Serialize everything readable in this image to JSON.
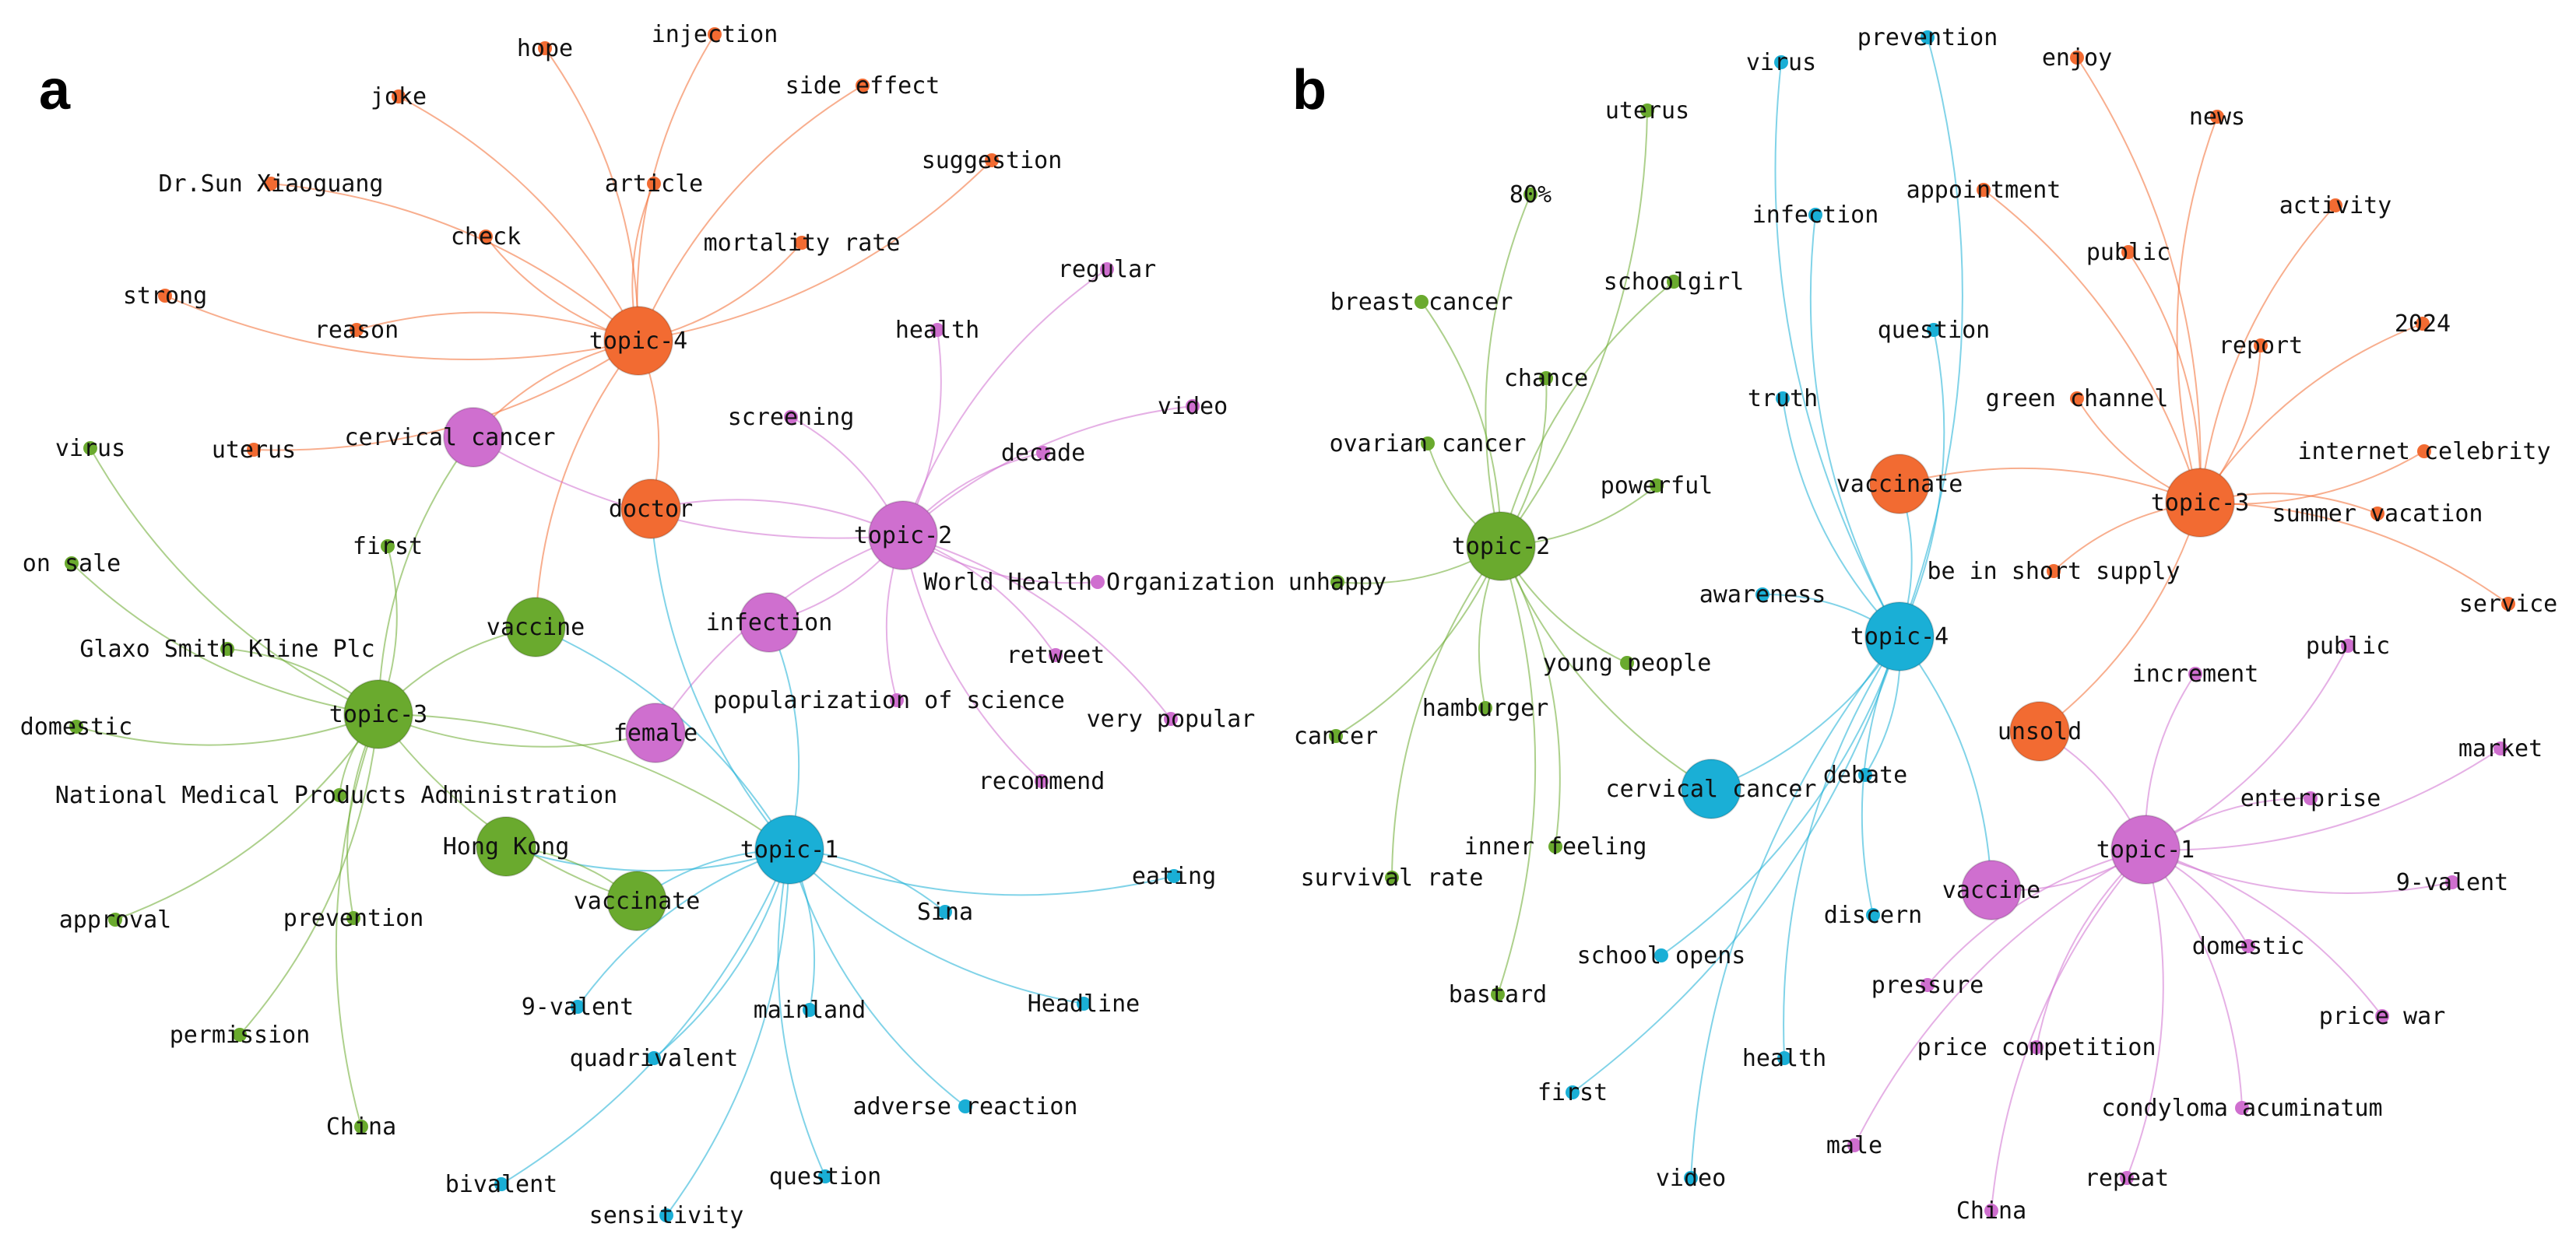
{
  "colors": {
    "topic-1": "#1aafd6",
    "topic-2": "#cf6fcf",
    "topic-3": "#6aaa2e",
    "topic-4": "#f26b32"
  },
  "panels": [
    {
      "letter": "a",
      "nodes": [
        {
          "id": "t4",
          "label": "topic-4",
          "group": "topic-4",
          "size": "hub"
        },
        {
          "id": "t2",
          "label": "topic-2",
          "group": "topic-2",
          "size": "hub"
        },
        {
          "id": "t3",
          "label": "topic-3",
          "group": "topic-3",
          "size": "hub"
        },
        {
          "id": "t1",
          "label": "topic-1",
          "group": "topic-1",
          "size": "hub"
        },
        {
          "id": "cc",
          "label": "cervical cancer",
          "group": "topic-2",
          "size": "large"
        },
        {
          "id": "doctor",
          "label": "doctor",
          "group": "topic-4",
          "size": "large"
        },
        {
          "id": "vaccine",
          "label": "vaccine",
          "group": "topic-3",
          "size": "large"
        },
        {
          "id": "infection",
          "label": "infection",
          "group": "topic-2",
          "size": "large"
        },
        {
          "id": "female",
          "label": "female",
          "group": "topic-2",
          "size": "large"
        },
        {
          "id": "hk",
          "label": "Hong Kong",
          "group": "topic-3",
          "size": "large"
        },
        {
          "id": "vaccinate",
          "label": "vaccinate",
          "group": "topic-3",
          "size": "large"
        },
        {
          "id": "hope",
          "label": "hope",
          "group": "topic-4"
        },
        {
          "id": "injection",
          "label": "injection",
          "group": "topic-4"
        },
        {
          "id": "joke",
          "label": "joke",
          "group": "topic-4"
        },
        {
          "id": "sideeffect",
          "label": "side effect",
          "group": "topic-4"
        },
        {
          "id": "drsun",
          "label": "Dr.Sun Xiaoguang",
          "group": "topic-4"
        },
        {
          "id": "article",
          "label": "article",
          "group": "topic-4"
        },
        {
          "id": "suggestion",
          "label": "suggestion",
          "group": "topic-4"
        },
        {
          "id": "check",
          "label": "check",
          "group": "topic-4"
        },
        {
          "id": "mortality",
          "label": "mortality rate",
          "group": "topic-4"
        },
        {
          "id": "strong",
          "label": "strong",
          "group": "topic-4"
        },
        {
          "id": "reason",
          "label": "reason",
          "group": "topic-4"
        },
        {
          "id": "uterusA",
          "label": "uterus",
          "group": "topic-4"
        },
        {
          "id": "regular",
          "label": "regular",
          "group": "topic-2"
        },
        {
          "id": "health",
          "label": "health",
          "group": "topic-2"
        },
        {
          "id": "video",
          "label": "video",
          "group": "topic-2"
        },
        {
          "id": "screening",
          "label": "screening",
          "group": "topic-2"
        },
        {
          "id": "decade",
          "label": "decade",
          "group": "topic-2"
        },
        {
          "id": "who",
          "label": "World Health Organization",
          "group": "topic-2"
        },
        {
          "id": "retweet",
          "label": "retweet",
          "group": "topic-2"
        },
        {
          "id": "popsci",
          "label": "popularization of science",
          "group": "topic-2"
        },
        {
          "id": "verypop",
          "label": "very popular",
          "group": "topic-2"
        },
        {
          "id": "recommend",
          "label": "recommend",
          "group": "topic-2"
        },
        {
          "id": "virusA",
          "label": "virus",
          "group": "topic-3"
        },
        {
          "id": "first",
          "label": "first",
          "group": "topic-3"
        },
        {
          "id": "onsale",
          "label": "on sale",
          "group": "topic-3"
        },
        {
          "id": "gsk",
          "label": "Glaxo Smith Kline Plc",
          "group": "topic-3"
        },
        {
          "id": "domesticA",
          "label": "domestic",
          "group": "topic-3"
        },
        {
          "id": "nmpa",
          "label": "National Medical Products Administration",
          "group": "topic-3"
        },
        {
          "id": "approval",
          "label": "approval",
          "group": "topic-3"
        },
        {
          "id": "preventionA",
          "label": "prevention",
          "group": "topic-3"
        },
        {
          "id": "permission",
          "label": "permission",
          "group": "topic-3"
        },
        {
          "id": "chinaA",
          "label": "China",
          "group": "topic-3"
        },
        {
          "id": "eating",
          "label": "eating",
          "group": "topic-1"
        },
        {
          "id": "sina",
          "label": "Sina",
          "group": "topic-1"
        },
        {
          "id": "ninevA",
          "label": "9-valent",
          "group": "topic-1"
        },
        {
          "id": "mainland",
          "label": "mainland",
          "group": "topic-1"
        },
        {
          "id": "headline",
          "label": "Headline",
          "group": "topic-1"
        },
        {
          "id": "quadri",
          "label": "quadrivalent",
          "group": "topic-1"
        },
        {
          "id": "adverse",
          "label": "adverse reaction",
          "group": "topic-1"
        },
        {
          "id": "bivalent",
          "label": "bivalent",
          "group": "topic-1"
        },
        {
          "id": "questionA",
          "label": "question",
          "group": "topic-1"
        },
        {
          "id": "sensitivity",
          "label": "sensitivity",
          "group": "topic-1"
        }
      ],
      "edges": [
        [
          "t4",
          "hope"
        ],
        [
          "t4",
          "injection"
        ],
        [
          "t4",
          "joke"
        ],
        [
          "t4",
          "sideeffect"
        ],
        [
          "t4",
          "drsun"
        ],
        [
          "t4",
          "article"
        ],
        [
          "t4",
          "suggestion"
        ],
        [
          "t4",
          "check"
        ],
        [
          "t4",
          "mortality"
        ],
        [
          "t4",
          "strong"
        ],
        [
          "t4",
          "reason"
        ],
        [
          "t4",
          "uterusA"
        ],
        [
          "t4",
          "cc"
        ],
        [
          "t4",
          "doctor"
        ],
        [
          "t4",
          "vaccine"
        ],
        [
          "t2",
          "regular"
        ],
        [
          "t2",
          "health"
        ],
        [
          "t2",
          "video"
        ],
        [
          "t2",
          "screening"
        ],
        [
          "t2",
          "decade"
        ],
        [
          "t2",
          "who"
        ],
        [
          "t2",
          "retweet"
        ],
        [
          "t2",
          "popsci"
        ],
        [
          "t2",
          "verypop"
        ],
        [
          "t2",
          "recommend"
        ],
        [
          "t2",
          "infection"
        ],
        [
          "t2",
          "female"
        ],
        [
          "t2",
          "cc"
        ],
        [
          "t2",
          "doctor"
        ],
        [
          "t3",
          "virusA"
        ],
        [
          "t3",
          "first"
        ],
        [
          "t3",
          "onsale"
        ],
        [
          "t3",
          "gsk"
        ],
        [
          "t3",
          "domesticA"
        ],
        [
          "t3",
          "nmpa"
        ],
        [
          "t3",
          "approval"
        ],
        [
          "t3",
          "preventionA"
        ],
        [
          "t3",
          "permission"
        ],
        [
          "t3",
          "chinaA"
        ],
        [
          "t3",
          "vaccine"
        ],
        [
          "t3",
          "vaccinate"
        ],
        [
          "t3",
          "cc"
        ],
        [
          "t3",
          "female"
        ],
        [
          "t3",
          "t1"
        ],
        [
          "t1",
          "eating"
        ],
        [
          "t1",
          "sina"
        ],
        [
          "t1",
          "ninevA"
        ],
        [
          "t1",
          "mainland"
        ],
        [
          "t1",
          "headline"
        ],
        [
          "t1",
          "quadri"
        ],
        [
          "t1",
          "adverse"
        ],
        [
          "t1",
          "bivalent"
        ],
        [
          "t1",
          "questionA"
        ],
        [
          "t1",
          "sensitivity"
        ],
        [
          "t1",
          "vaccinate"
        ],
        [
          "t1",
          "hk"
        ],
        [
          "t1",
          "infection"
        ],
        [
          "t1",
          "doctor"
        ],
        [
          "t1",
          "vaccine"
        ],
        [
          "hk",
          "vaccinate"
        ]
      ]
    },
    {
      "letter": "b",
      "nodes": [
        {
          "id": "t2",
          "label": "topic-2",
          "group": "topic-3",
          "size": "hub"
        },
        {
          "id": "t4",
          "label": "topic-4",
          "group": "topic-1",
          "size": "hub"
        },
        {
          "id": "t3",
          "label": "topic-3",
          "group": "topic-4",
          "size": "hub"
        },
        {
          "id": "t1",
          "label": "topic-1",
          "group": "topic-2",
          "size": "hub"
        },
        {
          "id": "vaccinateB",
          "label": "vaccinate",
          "group": "topic-4",
          "size": "large"
        },
        {
          "id": "unsold",
          "label": "unsold",
          "group": "topic-4",
          "size": "large"
        },
        {
          "id": "ccB",
          "label": "cervical cancer",
          "group": "topic-1",
          "size": "large"
        },
        {
          "id": "vaccineB",
          "label": "vaccine",
          "group": "topic-2",
          "size": "large"
        },
        {
          "id": "uterusB",
          "label": "uterus",
          "group": "topic-3"
        },
        {
          "id": "eighty",
          "label": "80%",
          "group": "topic-3"
        },
        {
          "id": "breast",
          "label": "breast cancer",
          "group": "topic-3"
        },
        {
          "id": "schoolgirl",
          "label": "schoolgirl",
          "group": "topic-3"
        },
        {
          "id": "chance",
          "label": "chance",
          "group": "topic-3"
        },
        {
          "id": "ovarian",
          "label": "ovarian cancer",
          "group": "topic-3"
        },
        {
          "id": "powerful",
          "label": "powerful",
          "group": "topic-3"
        },
        {
          "id": "unhappy",
          "label": "unhappy",
          "group": "topic-3"
        },
        {
          "id": "young",
          "label": "young people",
          "group": "topic-3"
        },
        {
          "id": "cancer",
          "label": "cancer",
          "group": "topic-3"
        },
        {
          "id": "hamburger",
          "label": "hamburger",
          "group": "topic-3"
        },
        {
          "id": "inner",
          "label": "inner feeling",
          "group": "topic-3"
        },
        {
          "id": "survival",
          "label": "survival rate",
          "group": "topic-3"
        },
        {
          "id": "bastard",
          "label": "bastard",
          "group": "topic-3"
        },
        {
          "id": "virusB",
          "label": "virus",
          "group": "topic-1"
        },
        {
          "id": "preventionB",
          "label": "prevention",
          "group": "topic-1"
        },
        {
          "id": "infectionB",
          "label": "infection",
          "group": "topic-1"
        },
        {
          "id": "questionB",
          "label": "question",
          "group": "topic-1"
        },
        {
          "id": "truth",
          "label": "truth",
          "group": "topic-1"
        },
        {
          "id": "awareness",
          "label": "awareness",
          "group": "topic-1"
        },
        {
          "id": "debate",
          "label": "debate",
          "group": "topic-1"
        },
        {
          "id": "discern",
          "label": "discern",
          "group": "topic-1"
        },
        {
          "id": "schoolopens",
          "label": "school opens",
          "group": "topic-1"
        },
        {
          "id": "healthB",
          "label": "health",
          "group": "topic-1"
        },
        {
          "id": "firstB",
          "label": "first",
          "group": "topic-1"
        },
        {
          "id": "videoB",
          "label": "video",
          "group": "topic-1"
        },
        {
          "id": "enjoy",
          "label": "enjoy",
          "group": "topic-4"
        },
        {
          "id": "news",
          "label": "news",
          "group": "topic-4"
        },
        {
          "id": "appointment",
          "label": "appointment",
          "group": "topic-4"
        },
        {
          "id": "activity",
          "label": "activity",
          "group": "topic-4"
        },
        {
          "id": "publicB3",
          "label": "public",
          "group": "topic-4"
        },
        {
          "id": "y2024",
          "label": "2024",
          "group": "topic-4"
        },
        {
          "id": "report",
          "label": "report",
          "group": "topic-4"
        },
        {
          "id": "green",
          "label": "green channel",
          "group": "topic-4"
        },
        {
          "id": "celebrity",
          "label": "internet celebrity",
          "group": "topic-4"
        },
        {
          "id": "summer",
          "label": "summer vacation",
          "group": "topic-4"
        },
        {
          "id": "shortsupply",
          "label": "be in short supply",
          "group": "topic-4"
        },
        {
          "id": "service",
          "label": "service",
          "group": "topic-4"
        },
        {
          "id": "publicB1",
          "label": "public",
          "group": "topic-2"
        },
        {
          "id": "increment",
          "label": "increment",
          "group": "topic-2"
        },
        {
          "id": "market",
          "label": "market",
          "group": "topic-2"
        },
        {
          "id": "enterprise",
          "label": "enterprise",
          "group": "topic-2"
        },
        {
          "id": "ninevB",
          "label": "9-valent",
          "group": "topic-2"
        },
        {
          "id": "domesticB",
          "label": "domestic",
          "group": "topic-2"
        },
        {
          "id": "pressure",
          "label": "pressure",
          "group": "topic-2"
        },
        {
          "id": "pricewar",
          "label": "price war",
          "group": "topic-2"
        },
        {
          "id": "pricecomp",
          "label": "price competition",
          "group": "topic-2"
        },
        {
          "id": "condyloma",
          "label": "condyloma acuminatum",
          "group": "topic-2"
        },
        {
          "id": "male",
          "label": "male",
          "group": "topic-2"
        },
        {
          "id": "repeat",
          "label": "repeat",
          "group": "topic-2"
        },
        {
          "id": "chinaB",
          "label": "China",
          "group": "topic-2"
        }
      ],
      "edges": [
        [
          "t2",
          "uterusB"
        ],
        [
          "t2",
          "eighty"
        ],
        [
          "t2",
          "breast"
        ],
        [
          "t2",
          "schoolgirl"
        ],
        [
          "t2",
          "chance"
        ],
        [
          "t2",
          "ovarian"
        ],
        [
          "t2",
          "powerful"
        ],
        [
          "t2",
          "unhappy"
        ],
        [
          "t2",
          "young"
        ],
        [
          "t2",
          "cancer"
        ],
        [
          "t2",
          "hamburger"
        ],
        [
          "t2",
          "inner"
        ],
        [
          "t2",
          "survival"
        ],
        [
          "t2",
          "bastard"
        ],
        [
          "t2",
          "ccB"
        ],
        [
          "t4",
          "virusB"
        ],
        [
          "t4",
          "preventionB"
        ],
        [
          "t4",
          "infectionB"
        ],
        [
          "t4",
          "questionB"
        ],
        [
          "t4",
          "truth"
        ],
        [
          "t4",
          "awareness"
        ],
        [
          "t4",
          "debate"
        ],
        [
          "t4",
          "discern"
        ],
        [
          "t4",
          "schoolopens"
        ],
        [
          "t4",
          "healthB"
        ],
        [
          "t4",
          "firstB"
        ],
        [
          "t4",
          "videoB"
        ],
        [
          "t4",
          "ccB"
        ],
        [
          "t4",
          "vaccinateB"
        ],
        [
          "t4",
          "vaccineB"
        ],
        [
          "t3",
          "enjoy"
        ],
        [
          "t3",
          "news"
        ],
        [
          "t3",
          "appointment"
        ],
        [
          "t3",
          "activity"
        ],
        [
          "t3",
          "publicB3"
        ],
        [
          "t3",
          "y2024"
        ],
        [
          "t3",
          "report"
        ],
        [
          "t3",
          "green"
        ],
        [
          "t3",
          "celebrity"
        ],
        [
          "t3",
          "summer"
        ],
        [
          "t3",
          "shortsupply"
        ],
        [
          "t3",
          "service"
        ],
        [
          "t3",
          "vaccinateB"
        ],
        [
          "t3",
          "unsold"
        ],
        [
          "t1",
          "publicB1"
        ],
        [
          "t1",
          "increment"
        ],
        [
          "t1",
          "market"
        ],
        [
          "t1",
          "enterprise"
        ],
        [
          "t1",
          "ninevB"
        ],
        [
          "t1",
          "domesticB"
        ],
        [
          "t1",
          "pressure"
        ],
        [
          "t1",
          "pricewar"
        ],
        [
          "t1",
          "pricecomp"
        ],
        [
          "t1",
          "condyloma"
        ],
        [
          "t1",
          "male"
        ],
        [
          "t1",
          "repeat"
        ],
        [
          "t1",
          "chinaB"
        ],
        [
          "t1",
          "vaccineB"
        ],
        [
          "t1",
          "unsold"
        ]
      ]
    }
  ]
}
